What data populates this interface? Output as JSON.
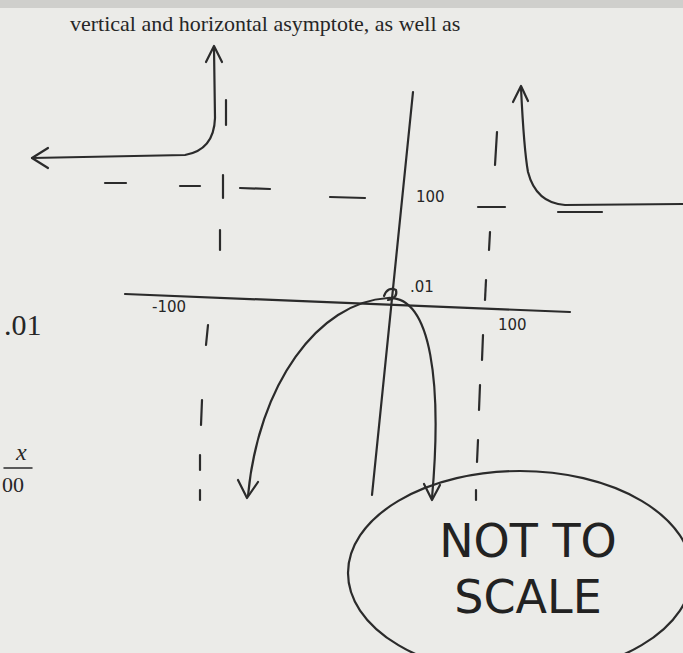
{
  "diagram": {
    "nodes": [
      {
        "text": [
          "NOT TO SCALE"
        ]
      }
    ],
    "labels": [
      "vertical and horizontal asymptote, as well as",
      "100",
      "-100",
      ".01",
      "100",
      ".01",
      "x",
      "00"
    ]
  }
}
